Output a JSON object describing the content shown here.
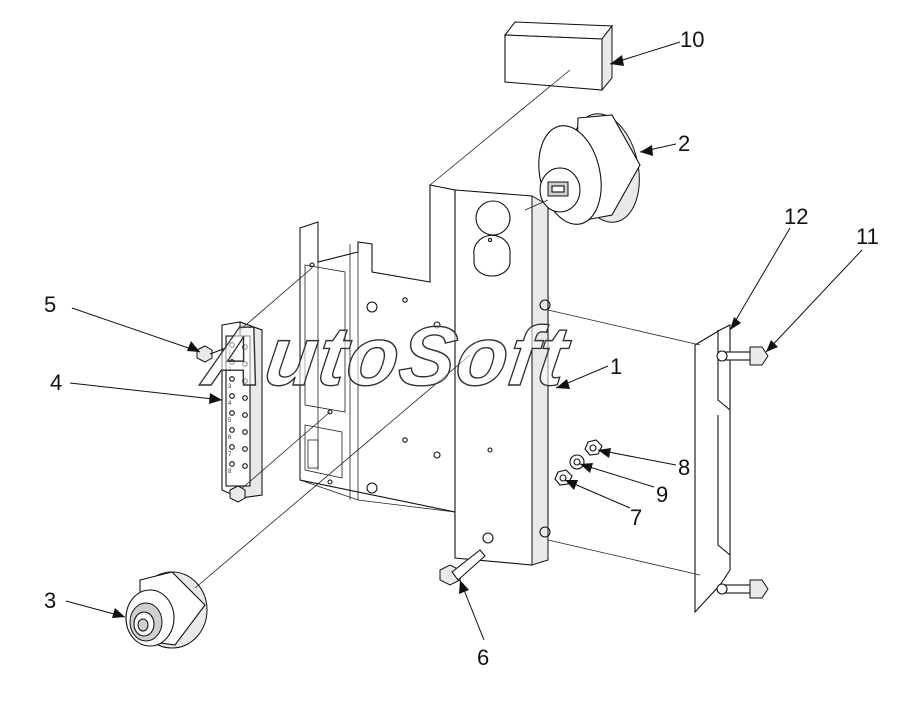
{
  "watermark": "AutoSoft",
  "callouts": [
    {
      "id": "1",
      "label": "1"
    },
    {
      "id": "2",
      "label": "2"
    },
    {
      "id": "3",
      "label": "3"
    },
    {
      "id": "4",
      "label": "4"
    },
    {
      "id": "5",
      "label": "5"
    },
    {
      "id": "6",
      "label": "6"
    },
    {
      "id": "7",
      "label": "7"
    },
    {
      "id": "8",
      "label": "8"
    },
    {
      "id": "9",
      "label": "9"
    },
    {
      "id": "10",
      "label": "10"
    },
    {
      "id": "11",
      "label": "11"
    },
    {
      "id": "12",
      "label": "12"
    }
  ],
  "terminal_pins": [
    "1",
    "2",
    "3",
    "4",
    "5",
    "6",
    "7",
    "8"
  ],
  "colors": {
    "line": "#111111",
    "background": "#ffffff"
  }
}
